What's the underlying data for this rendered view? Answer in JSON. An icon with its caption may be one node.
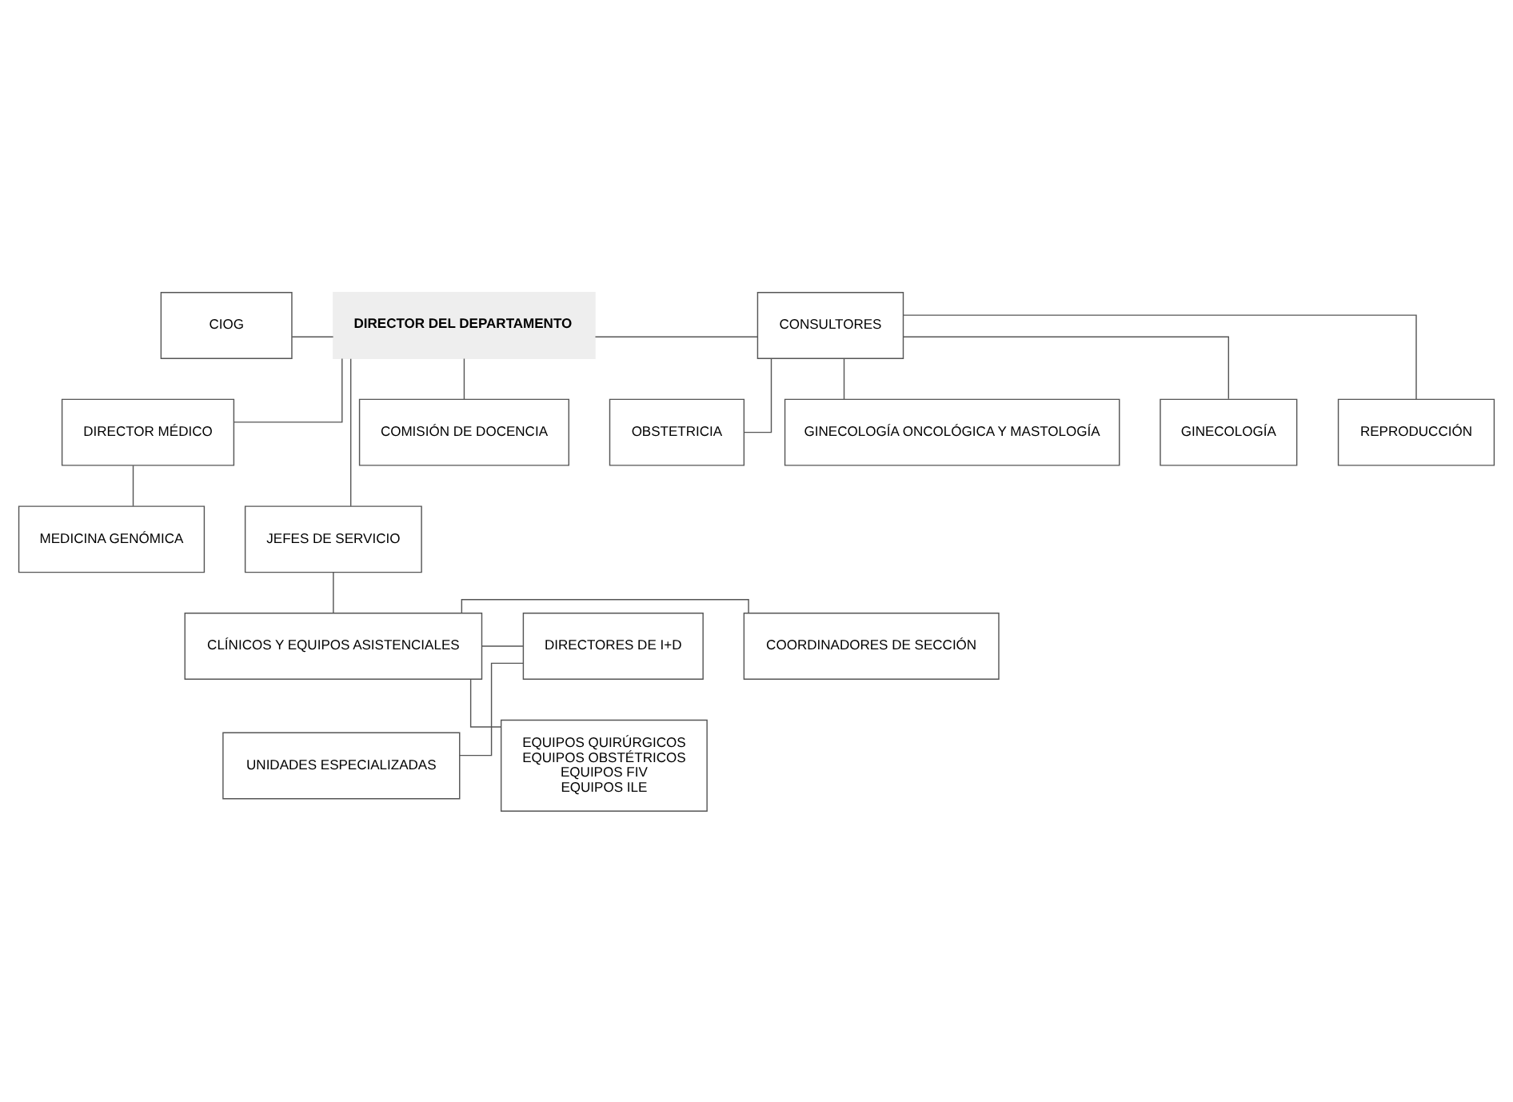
{
  "diagram": {
    "nodes": [
      {
        "text": [
          "CIOG"
        ]
      },
      {
        "text": [
          "DIRECTOR DEL DEPARTAMENTO"
        ]
      },
      {
        "text": [
          "CONSULTORES"
        ]
      },
      {
        "text": [
          "GINECOLOGÍA ONCOLÓGICA Y MASTOLOGÍA"
        ]
      },
      {
        "text": [
          "GINECOLOGÍA"
        ]
      },
      {
        "text": [
          "OBSTETRICIA"
        ]
      },
      {
        "text": [
          "REPRODUCCIÓN"
        ]
      },
      {
        "text": [
          "DIRECTOR MÉDICO"
        ]
      },
      {
        "text": [
          "COMISIÓN DE DOCENCIA"
        ]
      },
      {
        "text": [
          "MEDICINA GENÓMICA"
        ]
      },
      {
        "text": [
          "JEFES DE SERVICIO"
        ]
      },
      {
        "text": [
          "DIRECTORES DE I+D"
        ]
      },
      {
        "text": [
          "CLÍNICOS Y EQUIPOS ASISTENCIALES"
        ]
      },
      {
        "text": [
          "COORDINADORES DE SECCIÓN"
        ]
      },
      {
        "text": [
          "UNIDADES ESPECIALIZADAS"
        ]
      },
      {
        "text": [
          "EQUIPOS QUIRÚRGICOS",
          "EQUIPOS OBSTÉTRICOS",
          "EQUIPOS FIV",
          "EQUIPOS ILE"
        ]
      }
    ],
    "edges": [
      {
        "from": 1,
        "to": 0,
        "arrow": "none"
      },
      {
        "from": 1,
        "to": 2,
        "arrow": "none"
      },
      {
        "from": 2,
        "to": 3,
        "arrow": "none"
      },
      {
        "from": 2,
        "to": 4,
        "arrow": "none"
      },
      {
        "from": 2,
        "to": 5,
        "arrow": "none"
      },
      {
        "from": 2,
        "to": 6,
        "arrow": "none"
      },
      {
        "from": 1,
        "to": 7,
        "arrow": "none"
      },
      {
        "from": 1,
        "to": 8,
        "arrow": "none"
      },
      {
        "from": 1,
        "to": 10,
        "arrow": "none"
      },
      {
        "from": 7,
        "to": 9,
        "arrow": "none"
      },
      {
        "from": 10,
        "to": 12,
        "arrow": "none"
      },
      {
        "from": 12,
        "to": 11,
        "arrow": "none"
      },
      {
        "from": 12,
        "to": 13,
        "arrow": "none"
      },
      {
        "from": 12,
        "to": 15,
        "arrow": "none"
      },
      {
        "from": 11,
        "to": 14,
        "arrow": "none"
      }
    ]
  }
}
